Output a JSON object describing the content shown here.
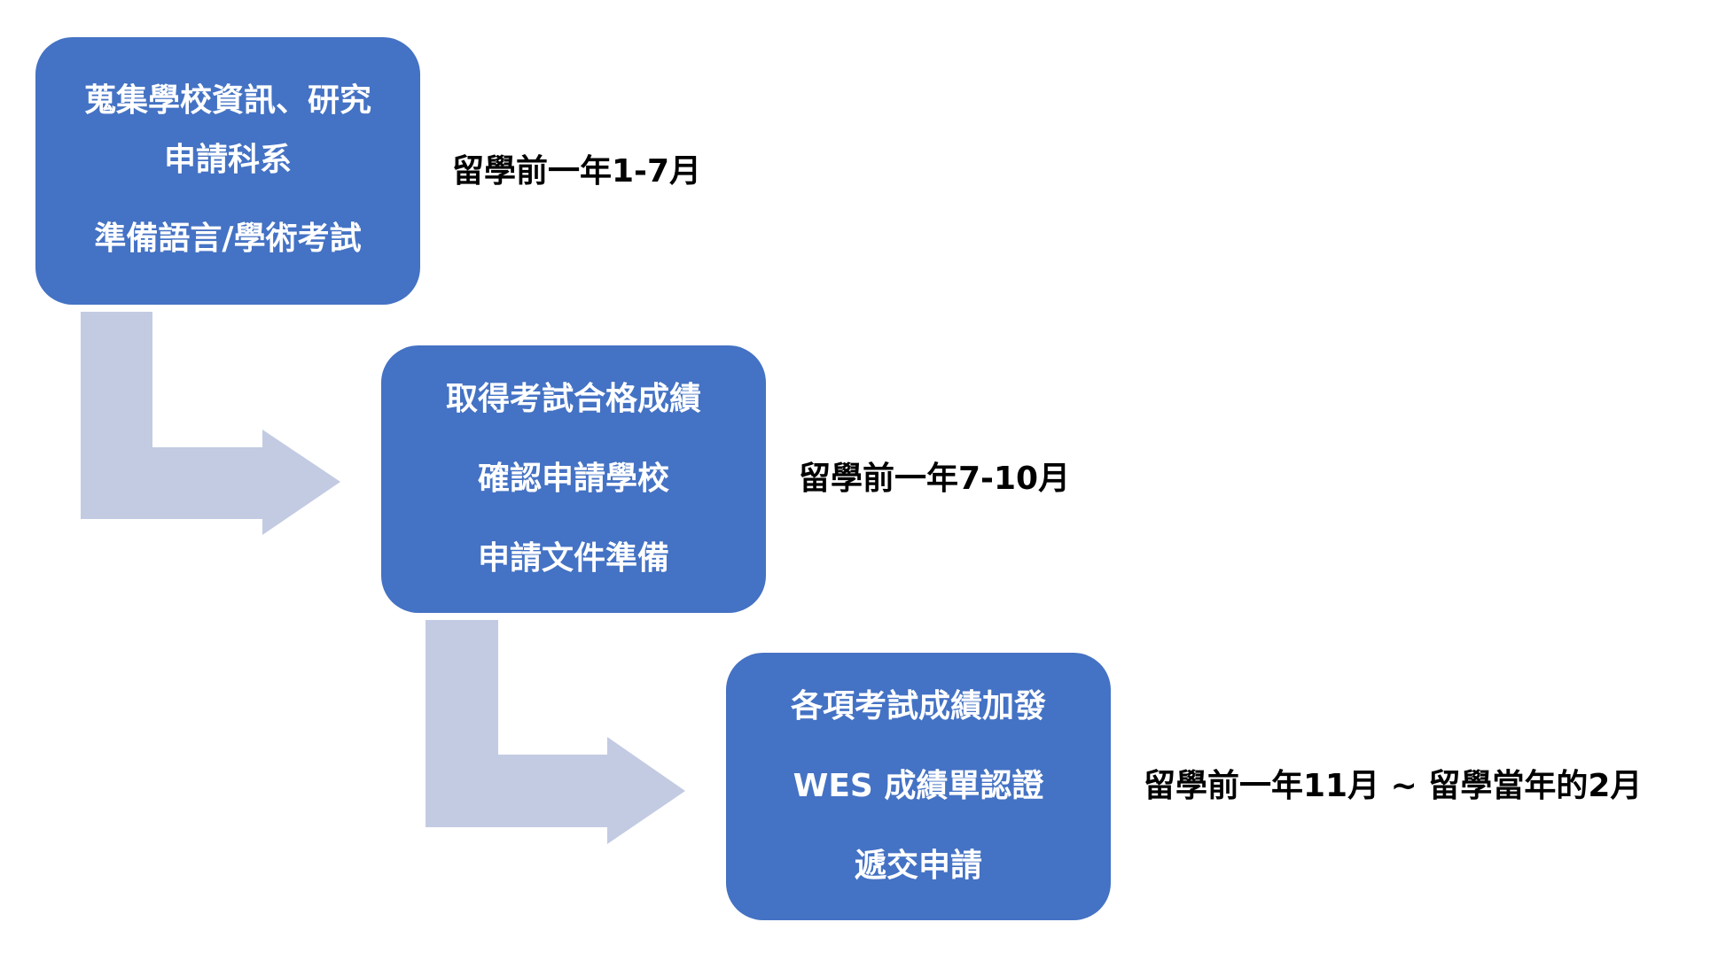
{
  "steps": [
    {
      "lines": [
        "蒐集學校資訊、研究",
        "申請科系",
        "準備語言/學術考試"
      ],
      "time": "留學前一年1-7月"
    },
    {
      "lines": [
        "取得考試合格成績",
        "確認申請學校",
        "申請文件準備"
      ],
      "time": "留學前一年7-10月"
    },
    {
      "lines": [
        "各項考試成績加發",
        "WES 成績單認證",
        "遞交申請"
      ],
      "time": "留學前一年11月 ~ 留學當年的2月"
    }
  ],
  "colors": {
    "box_fill": "#4472c4",
    "box_text": "#ffffff",
    "connector_fill": "#c3cbe3",
    "label_text": "#000000"
  }
}
